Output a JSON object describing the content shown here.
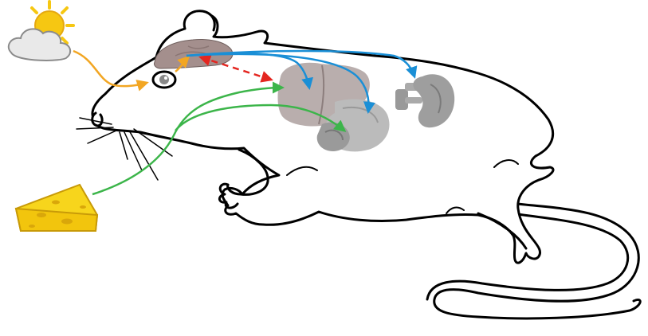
{
  "figure": {
    "subject": "rat-anatomy-diagram",
    "elements": [
      {
        "id": "sun-cloud",
        "icon": "sun-behind-cloud-icon",
        "role": "light cue"
      },
      {
        "id": "cheese",
        "icon": "cheese-icon",
        "role": "food cue"
      },
      {
        "id": "eye",
        "icon": "eye-icon"
      },
      {
        "id": "brain",
        "icon": "brain-icon"
      },
      {
        "id": "liver",
        "icon": "liver-icon"
      },
      {
        "id": "stomach",
        "icon": "stomach-icon"
      },
      {
        "id": "intestine",
        "icon": "intestine-icon"
      },
      {
        "id": "kidney",
        "icon": "kidney-icon"
      },
      {
        "id": "adrenal",
        "icon": "adrenal-icon"
      }
    ]
  },
  "colors": {
    "light_signal": "#f2a623",
    "brain_signal": "#1a8fd6",
    "food_signal": "#3cb54a",
    "feedback_signal": "#e42620",
    "outline": "#000000",
    "brain_fill": "#a48f8d",
    "organ_fill": "#9a9a9a",
    "sun": "#f6c712",
    "cheese": "#f7d51c",
    "cloud": "#e9e9e9"
  },
  "arrows": [
    {
      "from": "sun-cloud",
      "to": "eye",
      "color": "light_signal",
      "style": "solid"
    },
    {
      "from": "brain",
      "to": "liver",
      "color": "feedback_signal",
      "style": "dashed",
      "bidirectional": true
    },
    {
      "from": "brain",
      "to": "liver",
      "color": "brain_signal",
      "style": "solid"
    },
    {
      "from": "brain",
      "to": "stomach",
      "color": "brain_signal",
      "style": "solid"
    },
    {
      "from": "brain",
      "to": "kidney",
      "color": "brain_signal",
      "style": "solid"
    },
    {
      "from": "cheese",
      "to": "liver",
      "color": "food_signal",
      "style": "solid"
    },
    {
      "from": "cheese",
      "to": "intestine",
      "color": "food_signal",
      "style": "solid"
    }
  ]
}
